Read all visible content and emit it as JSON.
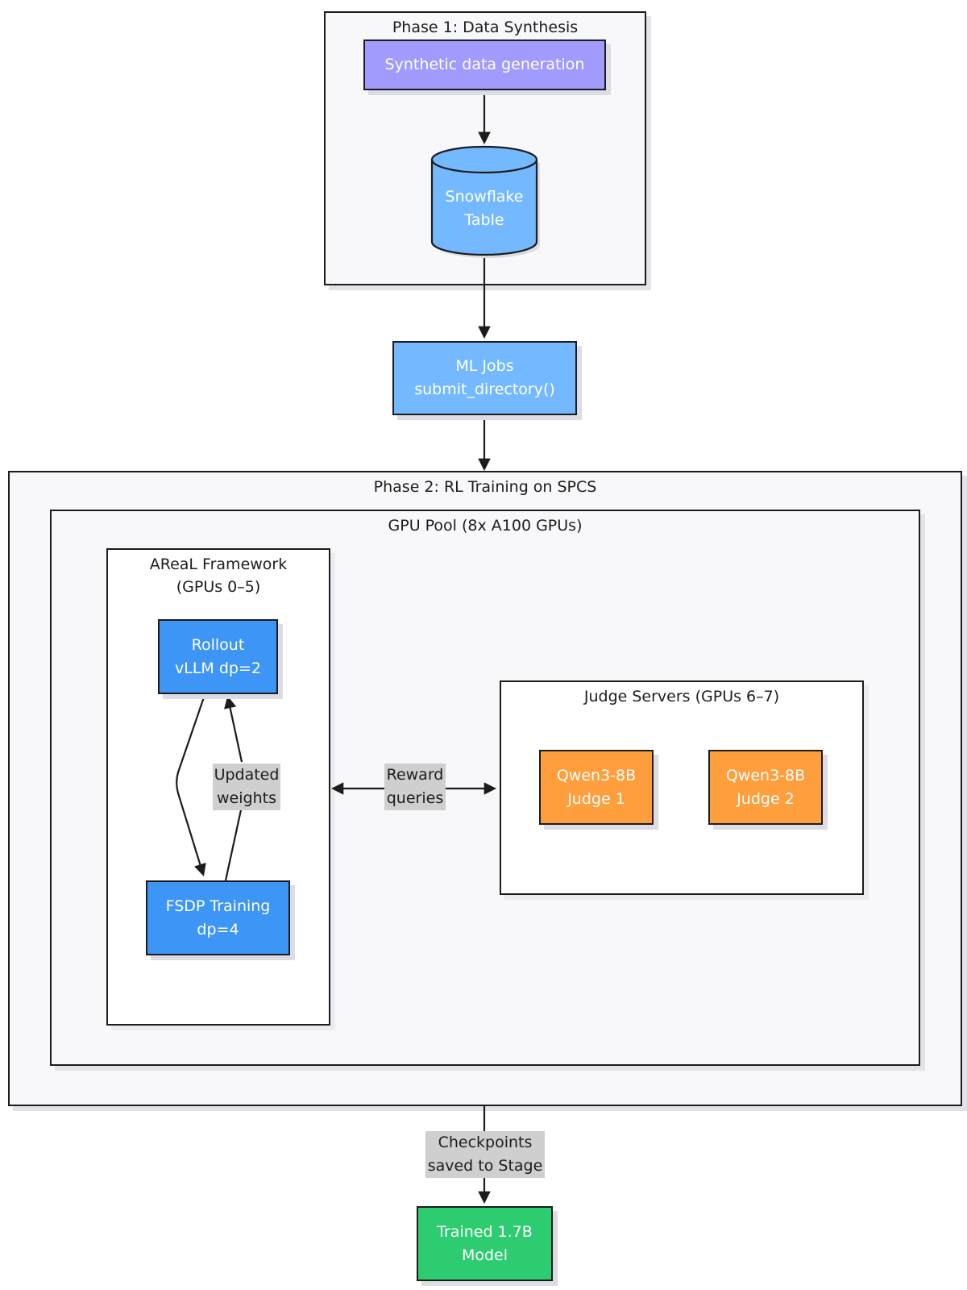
{
  "colors": {
    "synthetic": "#a29bfe",
    "snowflake": "#74b9ff",
    "mljobs": "#74b9ff",
    "rollout": "#3d95f5",
    "fsdp": "#3d95f5",
    "judge": "#ff9e3d",
    "trained": "#2ecc71",
    "edge_label_bg": "#cfcfcf",
    "stroke": "#1c1c1c"
  },
  "phase1": {
    "title": "Phase 1: Data Synthesis"
  },
  "nodes": {
    "synthetic": "Synthetic data generation",
    "snowflake": "Snowflake\nTable",
    "mljobs": "ML Jobs\nsubmit_directory()",
    "rollout": "Rollout\nvLLM dp=2",
    "fsdp": "FSDP Training\ndp=4",
    "judge1": "Qwen3-8B\nJudge 1",
    "judge2": "Qwen3-8B\nJudge 2",
    "trained": "Trained 1.7B\nModel"
  },
  "phase2": {
    "title": "Phase 2: RL Training on SPCS"
  },
  "gpu_pool": {
    "title": "GPU Pool (8x A100 GPUs)"
  },
  "areal": {
    "title": "AReaL Framework\n(GPUs 0–5)"
  },
  "judges": {
    "title": "Judge Servers (GPUs 6–7)"
  },
  "edge_labels": {
    "updated_weights": "Updated\nweights",
    "reward_queries": "Reward\nqueries",
    "checkpoints": "Checkpoints\nsaved to Stage"
  }
}
